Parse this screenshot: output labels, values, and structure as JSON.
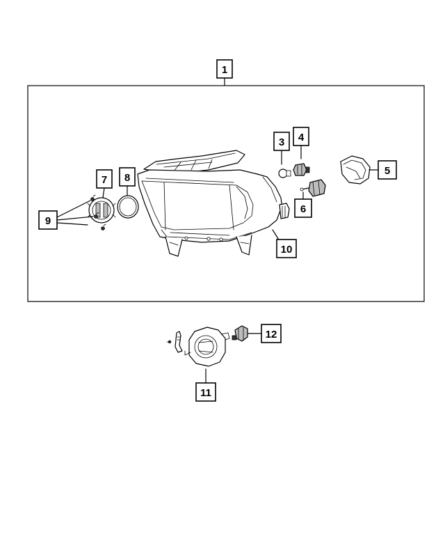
{
  "callouts": {
    "c1": "1",
    "c2": "3",
    "c3": "4",
    "c4": "5",
    "c5": "6",
    "c6": "7",
    "c7": "8",
    "c8": "9",
    "c9": "10",
    "c10": "11",
    "c11": "12"
  }
}
